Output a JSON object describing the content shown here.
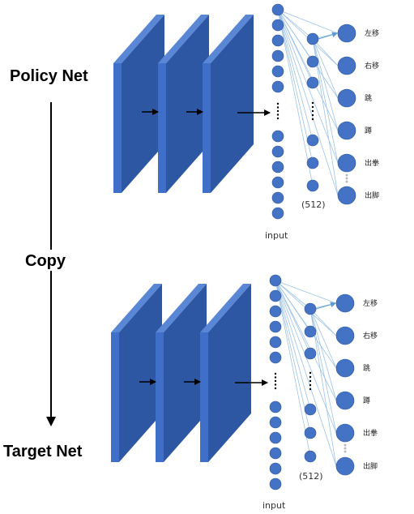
{
  "labels": {
    "policy_net": "Policy Net",
    "copy": "Copy",
    "target_net": "Target  Net",
    "input": "input",
    "hidden_size": "(512)"
  },
  "actions": [
    "左移",
    "右移",
    "跳",
    "蹲",
    "出拳",
    "出脚"
  ],
  "colors": {
    "layer_front": "#3f6fc8",
    "layer_side": "#2e57a3",
    "node": "#4472c4",
    "node_edge": "#2f5597",
    "connection": "#9dc3e6",
    "arrow": "#000000"
  }
}
